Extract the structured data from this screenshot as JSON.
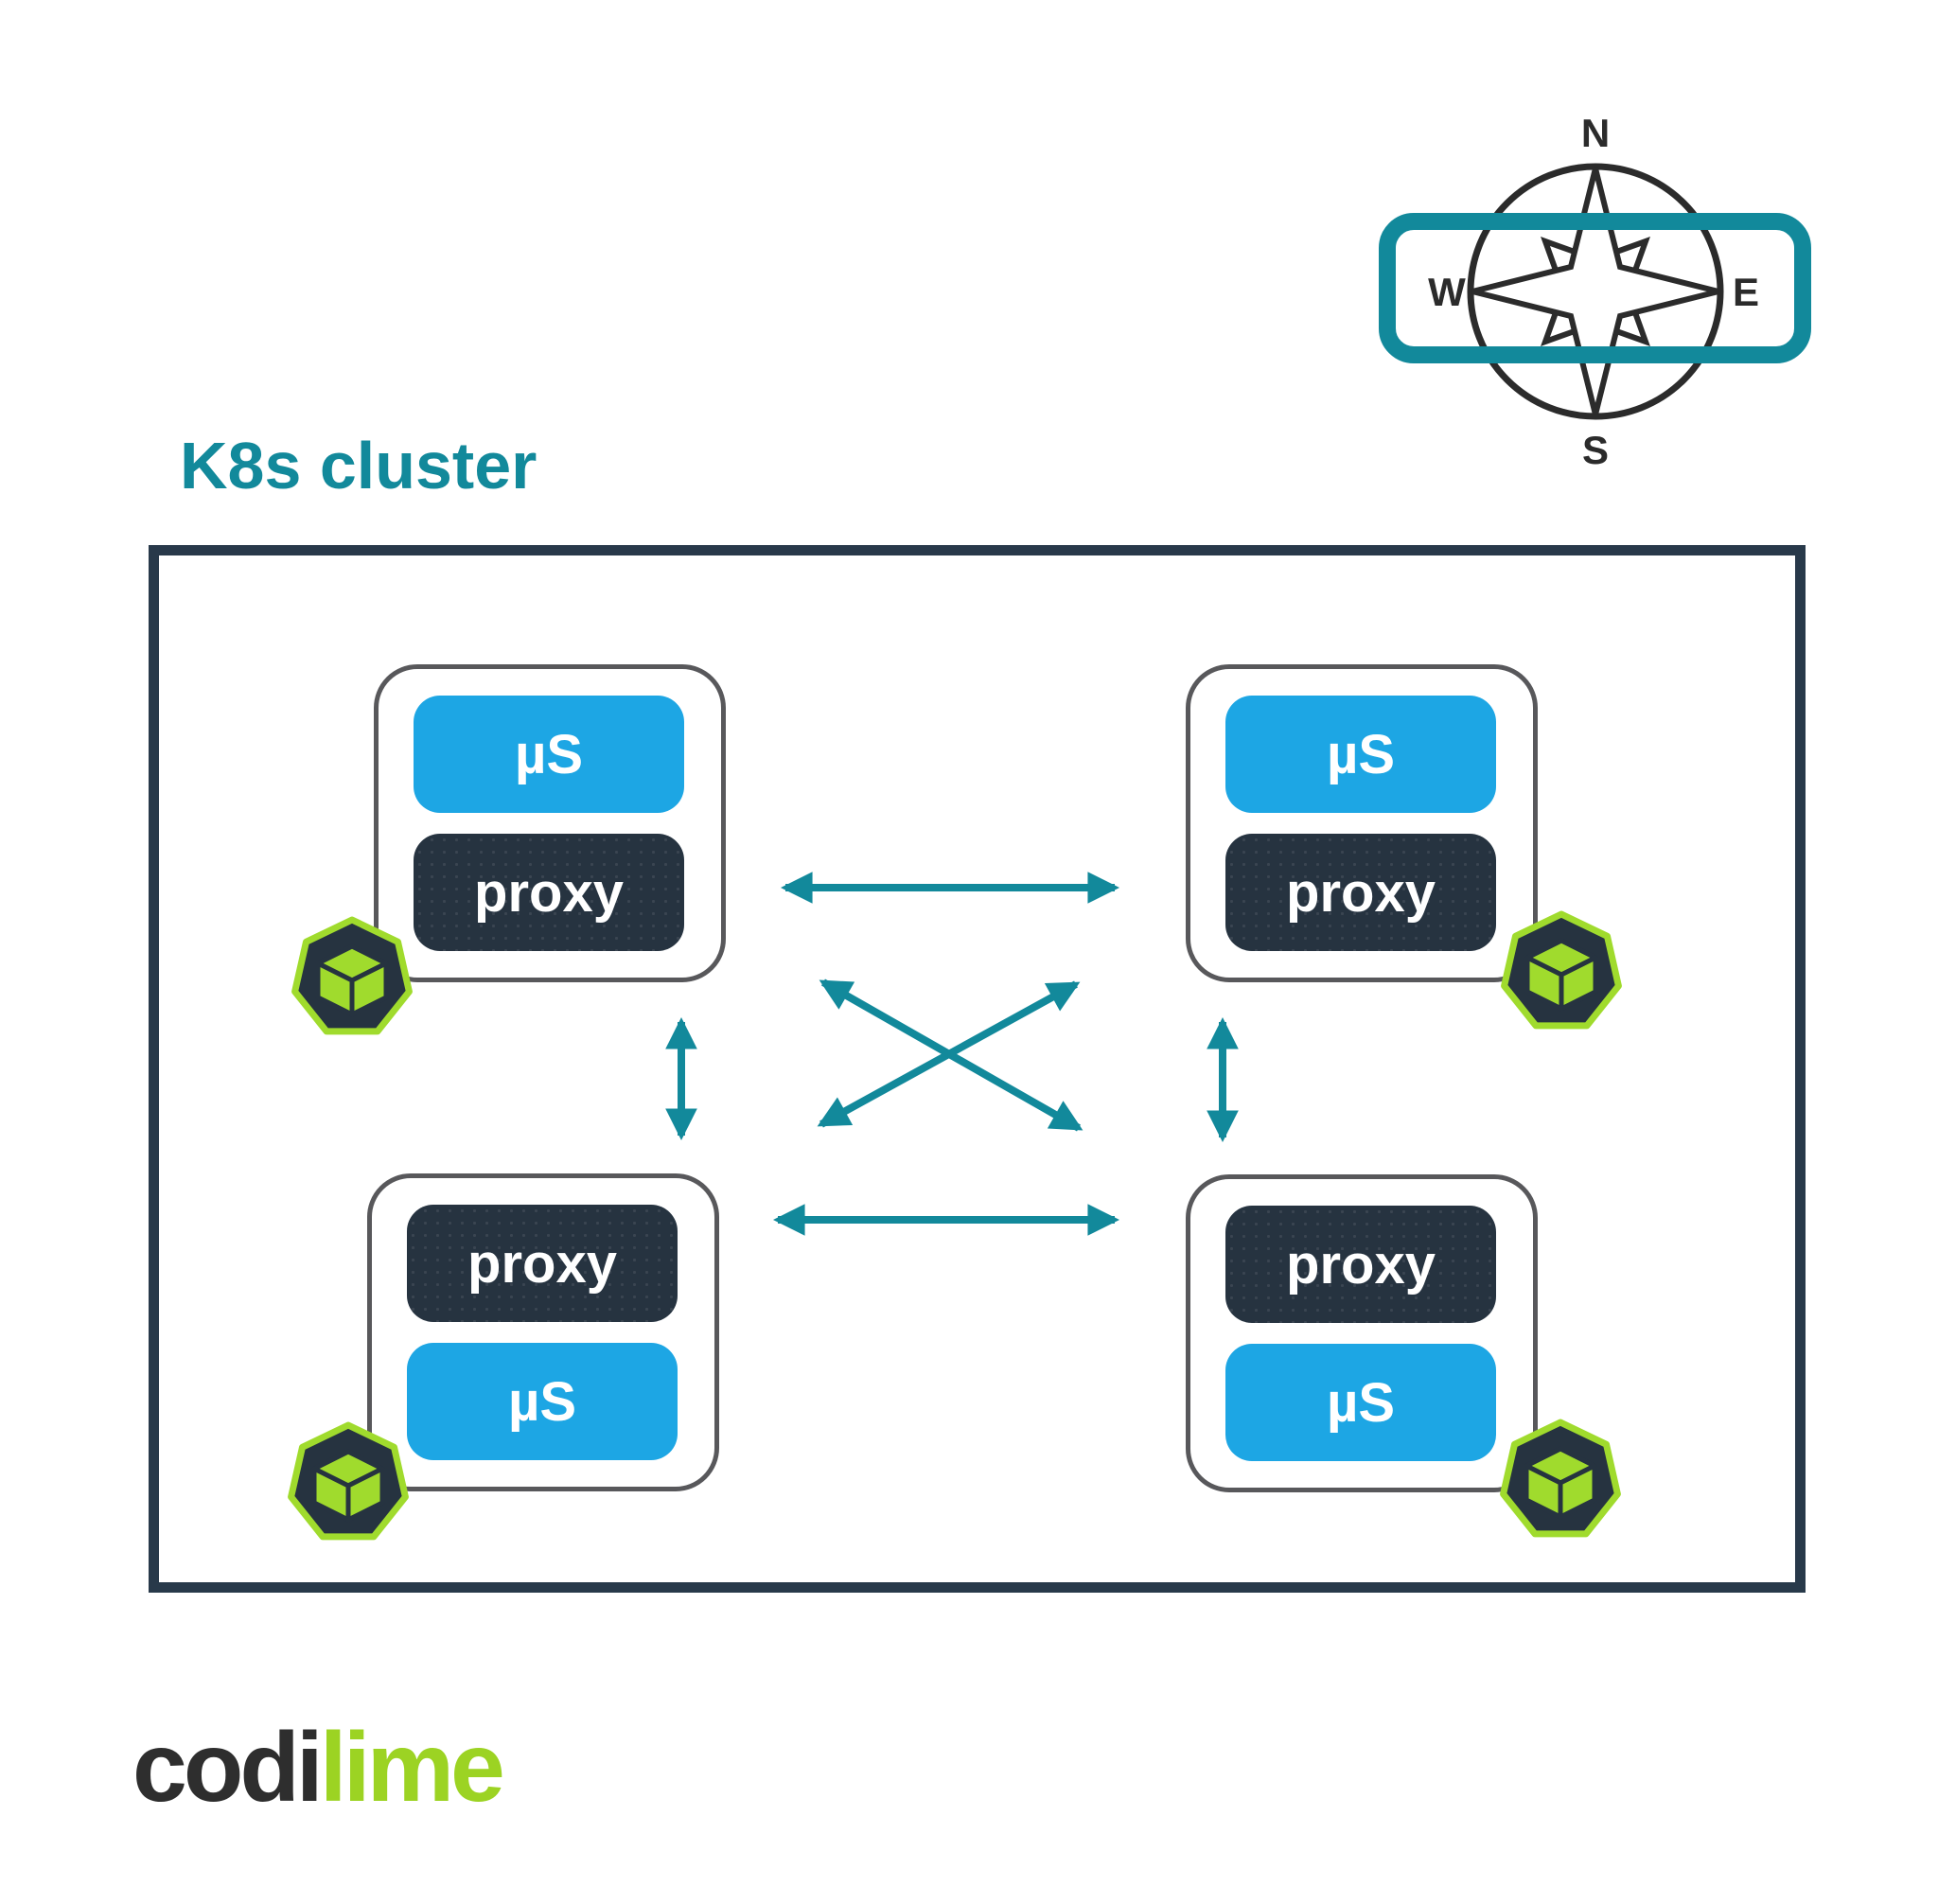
{
  "title": "K8s cluster",
  "compass": {
    "north": "N",
    "east": "E",
    "south": "S",
    "west": "W",
    "highlight": "west-east-axis"
  },
  "pods": [
    {
      "id": "top-left",
      "containers": [
        {
          "label": "µS"
        },
        {
          "label": "proxy"
        }
      ],
      "icon": "kubernetes-pod-icon"
    },
    {
      "id": "top-right",
      "containers": [
        {
          "label": "µS"
        },
        {
          "label": "proxy"
        }
      ],
      "icon": "kubernetes-pod-icon"
    },
    {
      "id": "bottom-left",
      "containers": [
        {
          "label": "proxy"
        },
        {
          "label": "µS"
        }
      ],
      "icon": "kubernetes-pod-icon"
    },
    {
      "id": "bottom-right",
      "containers": [
        {
          "label": "proxy"
        },
        {
          "label": "µS"
        }
      ],
      "icon": "kubernetes-pod-icon"
    }
  ],
  "connections": [
    "top-left ↔ top-right",
    "bottom-left ↔ bottom-right",
    "top-left ↔ bottom-left",
    "top-right ↔ bottom-right",
    "top-left ↔ bottom-right",
    "top-right ↔ bottom-left"
  ],
  "logo": {
    "dark": "codi",
    "green": "lime"
  },
  "colors": {
    "teal": "#12899B",
    "blue": "#1DA6E4",
    "dark_navy": "#263340",
    "cluster_border": "#28394A",
    "pod_border": "#58585B",
    "lime_green": "#A0DB2D",
    "logo_dark": "#2E2E2E",
    "logo_green": "#9CD323",
    "compass_ink": "#2B2B2B"
  }
}
